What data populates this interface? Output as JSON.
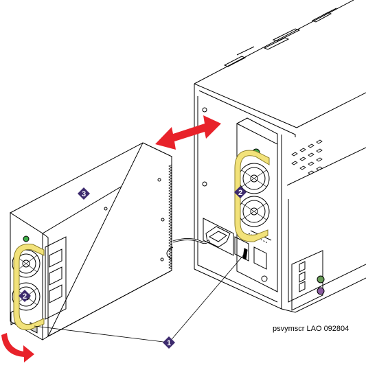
{
  "figure": {
    "caption": "psvymscr LAO 092804"
  },
  "callouts": [
    {
      "id": "callout-1",
      "label": "1",
      "meaning": "latch"
    },
    {
      "id": "callout-2a",
      "label": "2",
      "meaning": "handle"
    },
    {
      "id": "callout-2b",
      "label": "2",
      "meaning": "handle"
    },
    {
      "id": "callout-3",
      "label": "3",
      "meaning": "power supply"
    }
  ],
  "colors": {
    "line": "#000000",
    "arrow": "#e8222a",
    "handle": "#f2e27a",
    "handle_stroke": "#8a7d2a",
    "callout": "#3d2b6e",
    "led": "#3fae49"
  }
}
